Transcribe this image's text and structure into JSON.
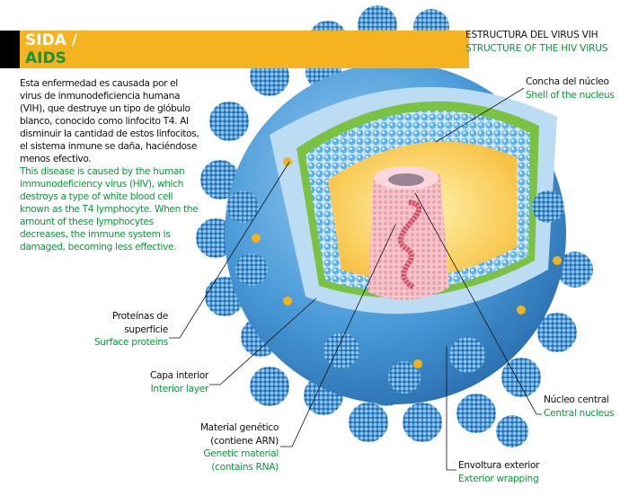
{
  "header": {
    "title_es": "SIDA /",
    "title_en": "AIDS"
  },
  "intro": {
    "es": "Esta enfermedad es causada por el virus de inmunodeficiencia humana (VIH), que destruye un tipo de glóbulo blanco, conocido como linfocito T4. Al disminuir la cantidad de estos linfocitos, el sistema inmune se daña, haciéndose menos efectivo.",
    "en": "This disease is caused by the human immunodeficiency virus (HIV), which destroys a type of white blood cell known as the T4 lymphocyte. When the amount of these lymphocytes decreases, the immune system is damaged, becoming less effective."
  },
  "diagram_title": {
    "es": "ESTRUCTURA DEL VIRUS VIH",
    "en": "STRUCTURE OF THE HIV VIRUS"
  },
  "labels": {
    "shell": {
      "es": "Concha del núcleo",
      "en": "Shell of the nucleus"
    },
    "surface": {
      "es1": "Proteínas de",
      "es2": "superficie",
      "en": "Surface proteins"
    },
    "interior": {
      "es": "Capa interior",
      "en": "Interior layer"
    },
    "genetic": {
      "es1": "Material genético",
      "es2": "(contiene ARN)",
      "en1": "Genetic material",
      "en2": "(contains RNA)"
    },
    "nucleus": {
      "es": "Núcleo central",
      "en": "Central nucleus"
    },
    "envelope": {
      "es": "Envoltura exterior",
      "en": "Exterior wrapping"
    }
  },
  "colors": {
    "accent_orange": "#f5b320",
    "text_green": "#0a9a3a",
    "virus_blue": "#3d8fd0",
    "shell_green": "#7cc242",
    "core_pink": "#f3b8c0"
  }
}
